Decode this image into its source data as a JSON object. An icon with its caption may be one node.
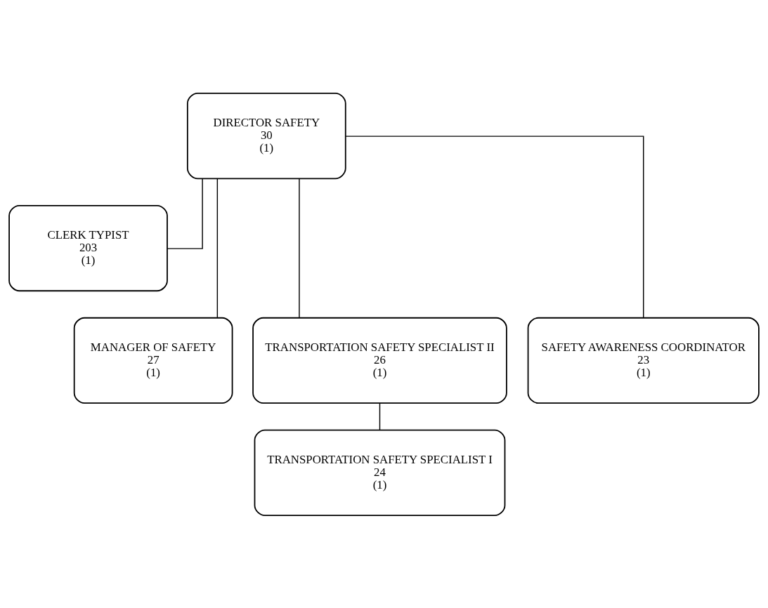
{
  "diagram": {
    "nodes": [
      {
        "text": [
          "DIRECTOR SAFETY",
          "30",
          "(1)"
        ]
      },
      {
        "text": [
          "CLERK TYPIST",
          "203",
          "(1)"
        ]
      },
      {
        "text": [
          "MANAGER OF SAFETY",
          "27",
          "(1)"
        ]
      },
      {
        "text": [
          "TRANSPORTATION SAFETY SPECIALIST II",
          "26",
          "(1)"
        ]
      },
      {
        "text": [
          "SAFETY AWARENESS COORDINATOR",
          "23",
          "(1)"
        ]
      },
      {
        "text": [
          "TRANSPORTATION SAFETY SPECIALIST I",
          "24",
          "(1)"
        ]
      }
    ],
    "edges": [
      {
        "from": 0,
        "to": 1,
        "arrow": "none"
      },
      {
        "from": 0,
        "to": 2,
        "arrow": "none"
      },
      {
        "from": 0,
        "to": 3,
        "arrow": "none"
      },
      {
        "from": 0,
        "to": 4,
        "arrow": "none"
      },
      {
        "from": 3,
        "to": 5,
        "arrow": "none"
      }
    ]
  }
}
